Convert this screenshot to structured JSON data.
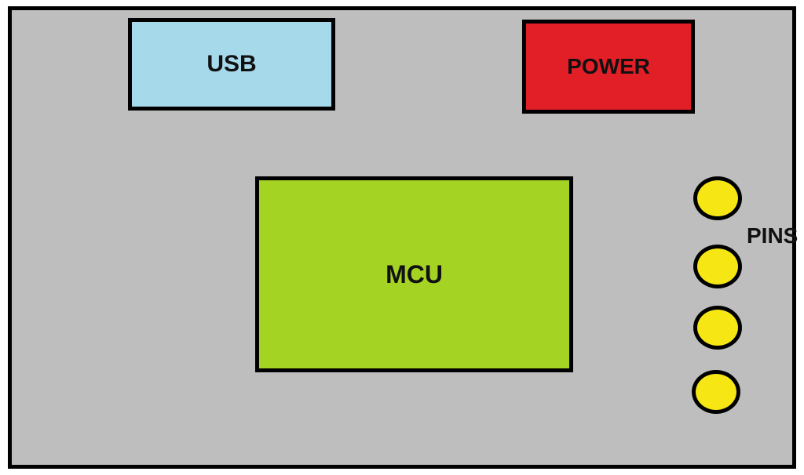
{
  "diagram": {
    "usb": {
      "label": "USB"
    },
    "power": {
      "label": "POWER"
    },
    "mcu": {
      "label": "MCU"
    },
    "pins": {
      "label": "PINS",
      "count": 4
    }
  },
  "colors": {
    "background": "#FFFFFF",
    "board": "#BEBEBE",
    "usb": "#A6D9EA",
    "power": "#E21F26",
    "mcu": "#A4D324",
    "pin": "#F5E614",
    "outline": "#000000"
  }
}
